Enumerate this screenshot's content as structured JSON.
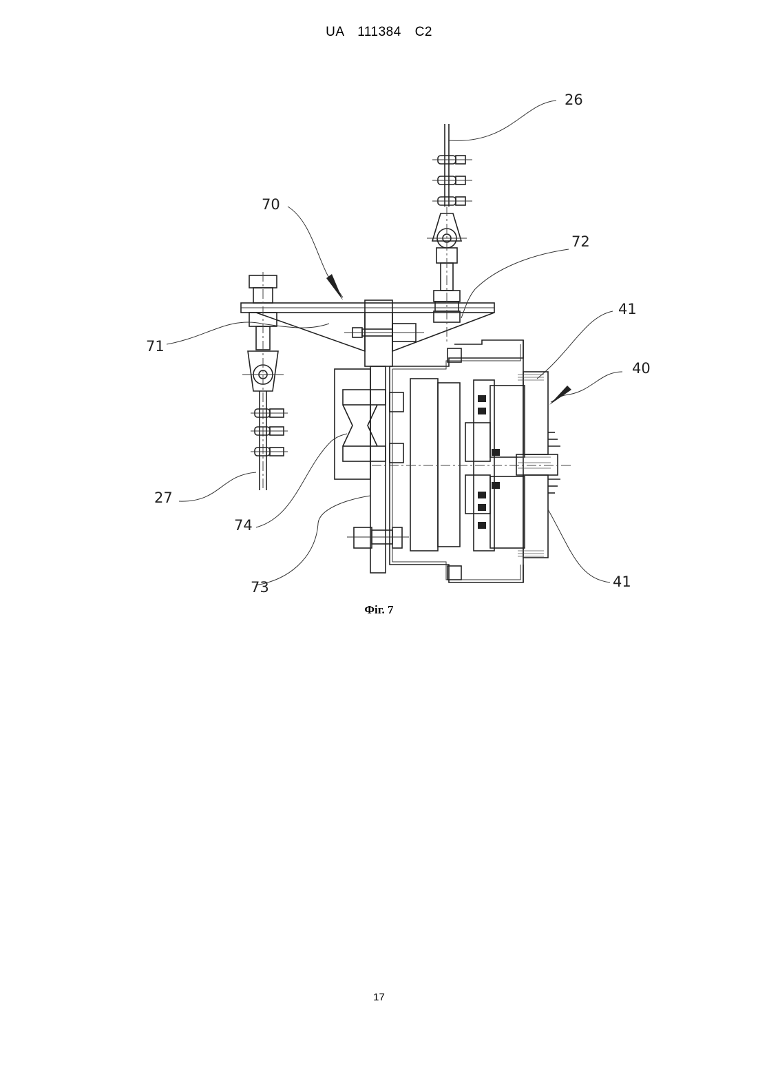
{
  "header": {
    "text": "UA   111384   C2"
  },
  "figure": {
    "callouts": {
      "c26": "26",
      "c70": "70",
      "c72": "72",
      "c41_top": "41",
      "c40": "40",
      "c71": "71",
      "c27": "27",
      "c74": "74",
      "c73": "73",
      "c41_bottom": "41"
    },
    "caption": "Фіг. 7"
  },
  "footer": {
    "page_number": "17"
  }
}
